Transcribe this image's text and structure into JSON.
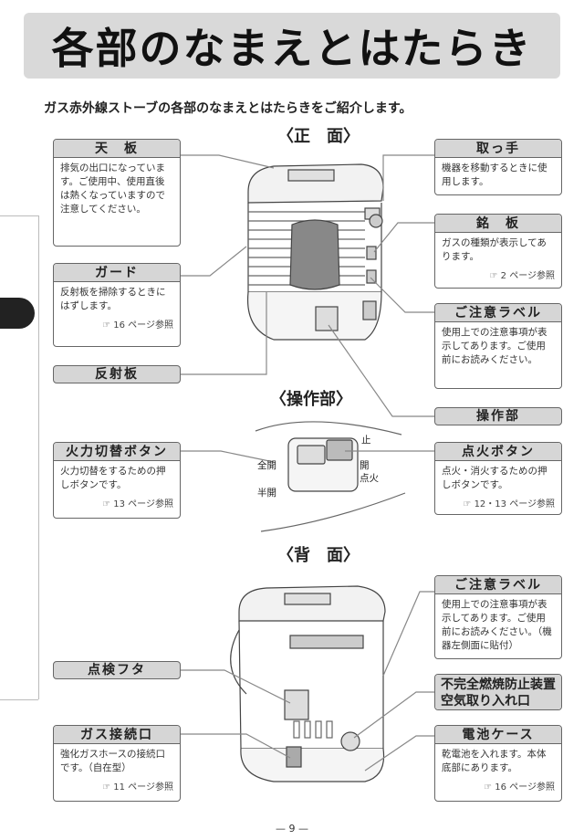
{
  "title": "各部のなまえとはたらき",
  "intro": "ガス赤外線ストーブの各部のなまえとはたらきをご紹介します。",
  "sections": {
    "front": "〈正　面〉",
    "control": "〈操作部〉",
    "back": "〈背　面〉"
  },
  "parts": {
    "tenban": {
      "label": "天　板",
      "desc": "排気の出口になっています。ご使用中、使用直後は熱くなっていますので注意してください。"
    },
    "guard": {
      "label": "ガード",
      "desc": "反射板を掃除するときにはずします。",
      "ref": "16 ページ参照"
    },
    "hanshaban": {
      "label": "反射板"
    },
    "totte": {
      "label": "取っ手",
      "desc": "機器を移動するときに使用します。"
    },
    "meiban": {
      "label": "銘　板",
      "desc": "ガスの種類が表示してあります。",
      "ref": "2 ページ参照"
    },
    "caution_front": {
      "label": "ご注意ラベル",
      "desc": "使用上での注意事項が表示してあります。ご使用前にお読みください。"
    },
    "sousabu": {
      "label": "操作部"
    },
    "karyoku": {
      "label": "火力切替ボタン",
      "desc": "火力切替をするための押しボタンです。",
      "ref": "13 ページ参照"
    },
    "tenka": {
      "label": "点火ボタン",
      "desc": "点火・消火するための押しボタンです。",
      "ref": "12・13 ページ参照"
    },
    "caution_back": {
      "label": "ご注意ラベル",
      "desc": "使用上での注意事項が表示してあります。ご使用前にお読みください。（機器左側面に貼付）"
    },
    "tenken": {
      "label": "点検フタ"
    },
    "fukanzen": {
      "label1": "不完全燃焼防止装置",
      "label2": "空気取り入れ口"
    },
    "gas": {
      "label": "ガス接続口",
      "desc": "強化ガスホースの接続口です。（自在型）",
      "ref": "11 ページ参照"
    },
    "denchi": {
      "label": "電池ケース",
      "desc": "乾電池を入れます。本体底部にあります。",
      "ref": "16 ページ参照"
    }
  },
  "control_labels": {
    "stop": "止",
    "full": "全開",
    "half": "半開",
    "open": "開",
    "ignite": "点火"
  },
  "ref_icon": "☞",
  "page_number": "— 9 —"
}
